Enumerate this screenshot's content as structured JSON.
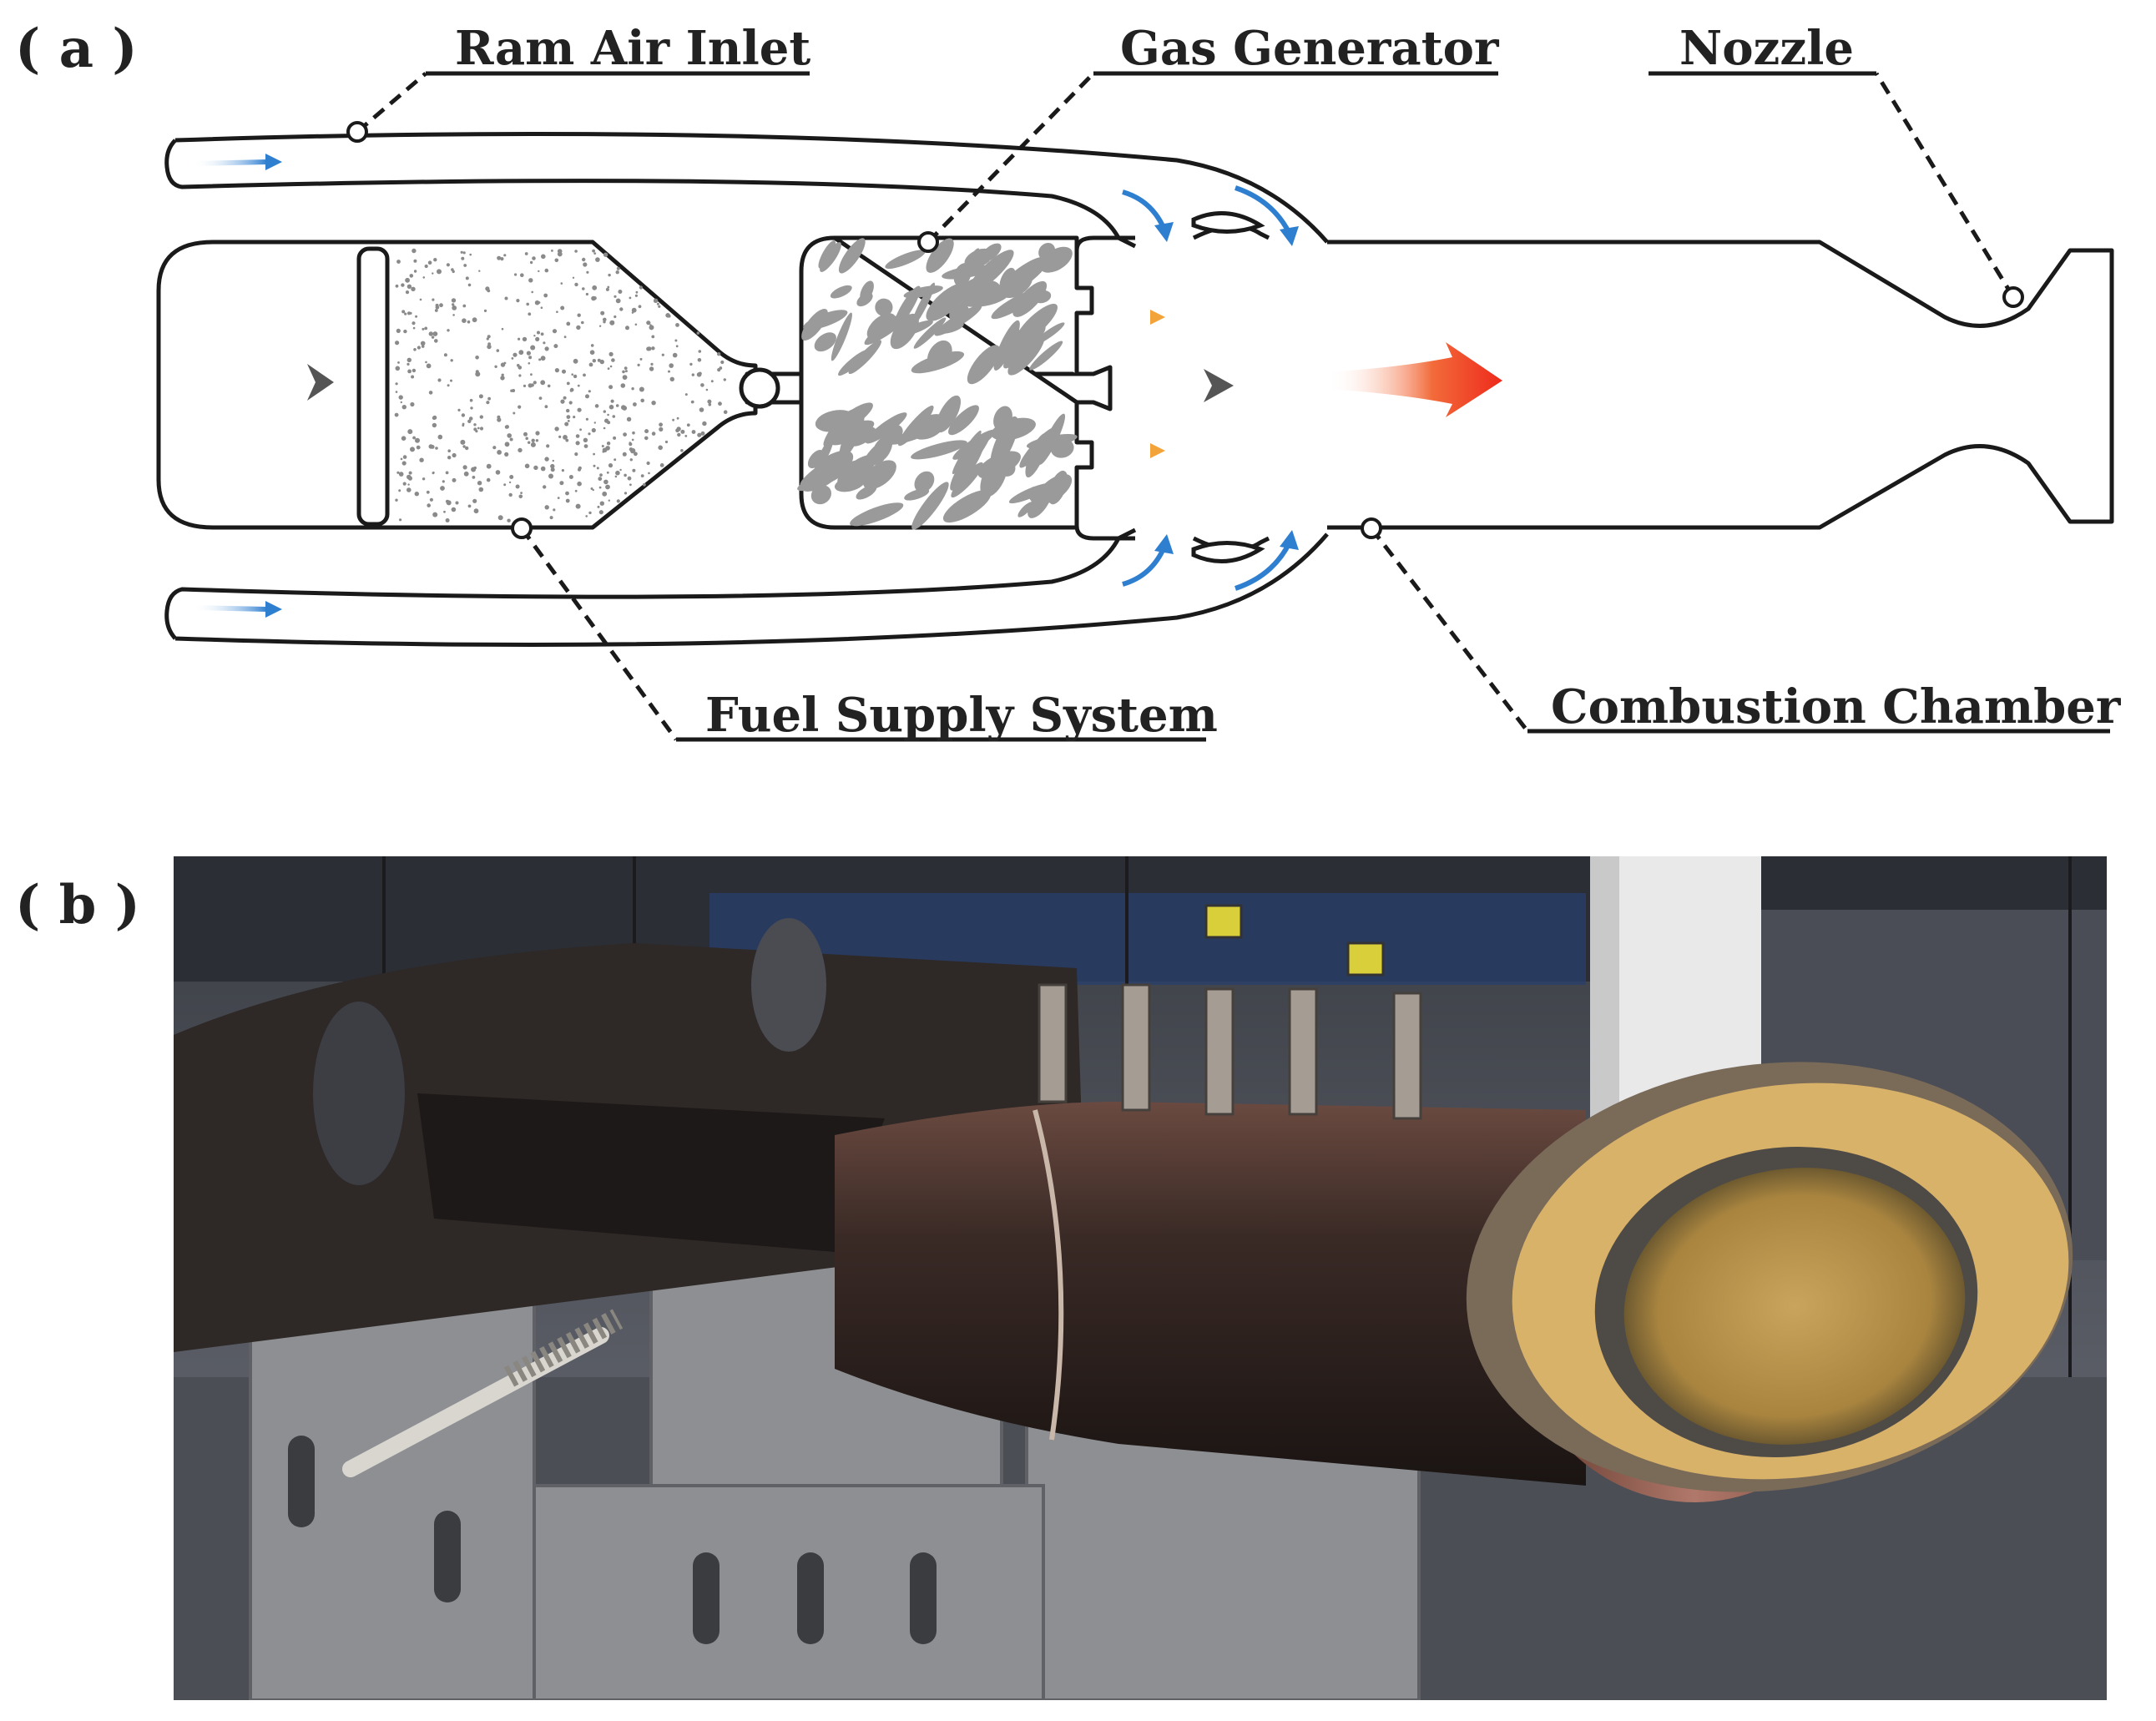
{
  "panel_a": {
    "tag": "( a )",
    "labels": {
      "ram_air_inlet": "Ram Air Inlet",
      "gas_generator": "Gas Generator",
      "nozzle": "Nozzle",
      "fuel_supply_system": "Fuel Supply System",
      "combustion_chamber": "Combustion Chamber"
    }
  },
  "panel_b": {
    "tag": "( b )"
  },
  "colors": {
    "outline": "#1a1a1a",
    "air_flow": "#2f7fd1",
    "fuel_jet": "#f2a33a",
    "gas_flow": "#555555",
    "exhaust": "#ee3322",
    "particles": "#8a8a8a"
  }
}
